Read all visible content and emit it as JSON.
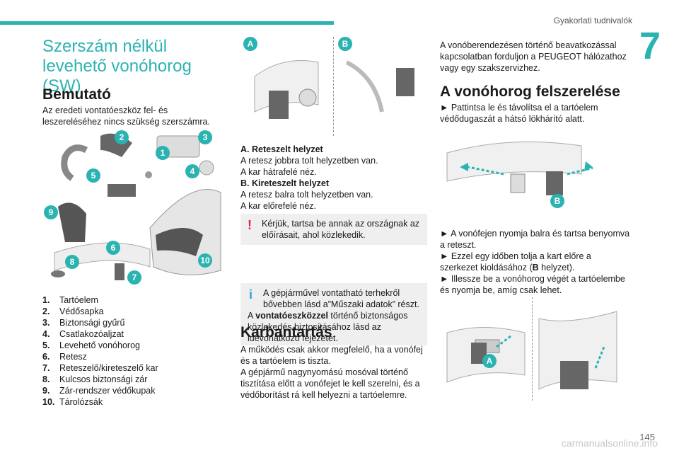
{
  "header": {
    "section": "Gyakorlati tudnivalók",
    "chapter": "7",
    "page_number": "145"
  },
  "watermark": "carmanualsonline.info",
  "col1": {
    "title": "Szerszám nélkül levehető vonóhorog (SW)",
    "subtitle": "Bemutató",
    "intro": "Az eredeti vontatóeszköz fel- és leszereléséhez nincs szükség szerszámra.",
    "badges": [
      "1",
      "2",
      "3",
      "4",
      "5",
      "6",
      "7",
      "8",
      "9",
      "10"
    ],
    "legend": [
      {
        "num": "1.",
        "text": "Tartóelem"
      },
      {
        "num": "2.",
        "text": "Védősapka"
      },
      {
        "num": "3.",
        "text": "Biztonsági gyűrű"
      },
      {
        "num": "4.",
        "text": "Csatlakozóaljzat"
      },
      {
        "num": "5.",
        "text": "Levehető vonóhorog"
      },
      {
        "num": "6.",
        "text": "Retesz"
      },
      {
        "num": "7.",
        "text": "Reteszelő/kireteszelő kar"
      },
      {
        "num": "8.",
        "text": "Kulcsos biztonsági zár"
      },
      {
        "num": "9.",
        "text": "Zár-rendszer védőkupak"
      },
      {
        "num": "10.",
        "text": "Tárolózsák"
      }
    ]
  },
  "col2": {
    "badge_a": "A",
    "badge_b": "B",
    "a_title": "A. Reteszelt helyzet",
    "a_line1": "A retesz jobbra tolt helyzetben van.",
    "a_line2": "A kar hátrafelé néz.",
    "b_title": "B. Kireteszelt helyzet",
    "b_line1": "A retesz balra tolt helyzetben van.",
    "b_line2": "A kar előrefelé néz.",
    "warn_mark": "!",
    "warning": "Kérjük, tartsa be annak az országnak az előírásait, ahol közlekedik.",
    "info_mark": "i",
    "info_line1": "A gépjárművel vontatható terhekről bővebben lásd a”Műszaki adatok” részt.",
    "info_pre": "A ",
    "info_bold": "vontatóeszközzel",
    "info_post": " történő biztonságos közlekedés biztosításához lásd az idevonatkozó fejezetet.",
    "maint_title": "Karbantartás",
    "maint_p1": "A működés csak akkor megfelelő, ha a vonófej és a tartóelem is tiszta.",
    "maint_p2": "A gépjármű nagynyomású mosóval történő tisztítása előtt a vonófejet le kell szerelni, és a védőborítást rá kell helyezni a tartóelemre."
  },
  "col3": {
    "intro": "A vonóberendezésen történő beavatkozással kapcsolatban forduljon a PEUGEOT hálózathoz vagy egy szakszervizhez.",
    "title": "A vonóhorog felszerelése",
    "step1": "► Pattintsa le és távolítsa el a tartóelem védődugaszát a hátsó lökhárító alatt.",
    "badge_b": "B",
    "step2": "► A vonófejen nyomja balra és tartsa benyomva a reteszt.",
    "step3_pre": "► Ezzel egy időben tolja a kart előre a szerkezet kioldásához (",
    "step3_bold": "B",
    "step3_post": " helyzet).",
    "step4": "► Illessze be a vonóhorog végét a tartóelembe és nyomja be, amíg csak lehet.",
    "badge_a": "A"
  }
}
